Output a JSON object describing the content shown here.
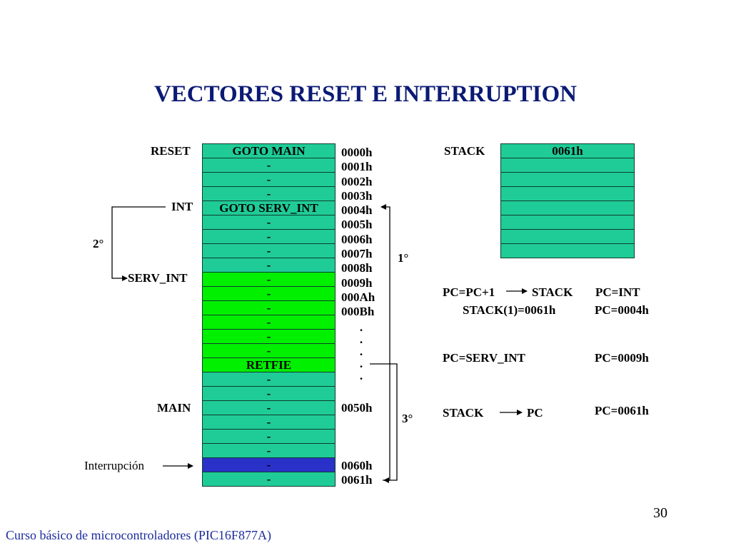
{
  "title": "VECTORES RESET E INTERRUPTION",
  "colors": {
    "title": "#0b1a74",
    "teal": "#1fcc97",
    "green": "#00f000",
    "blue": "#2a31c8",
    "footer": "#1a2a9c"
  },
  "memory": {
    "cells": [
      {
        "text": "GOTO   MAIN",
        "color": "teal"
      },
      {
        "text": "-",
        "color": "teal"
      },
      {
        "text": "-",
        "color": "teal"
      },
      {
        "text": "-",
        "color": "teal"
      },
      {
        "text": "GOTO  SERV_INT",
        "color": "teal"
      },
      {
        "text": "-",
        "color": "teal"
      },
      {
        "text": "-",
        "color": "teal"
      },
      {
        "text": "-",
        "color": "teal"
      },
      {
        "text": "-",
        "color": "teal"
      },
      {
        "text": "-",
        "color": "green"
      },
      {
        "text": "-",
        "color": "green"
      },
      {
        "text": "-",
        "color": "green"
      },
      {
        "text": "-",
        "color": "green"
      },
      {
        "text": "-",
        "color": "green"
      },
      {
        "text": "-",
        "color": "green"
      },
      {
        "text": "RETFIE",
        "color": "green"
      },
      {
        "text": "-",
        "color": "teal"
      },
      {
        "text": "-",
        "color": "teal"
      },
      {
        "text": "-",
        "color": "teal"
      },
      {
        "text": "-",
        "color": "teal"
      },
      {
        "text": "-",
        "color": "teal"
      },
      {
        "text": "-",
        "color": "teal"
      },
      {
        "text": "-",
        "color": "blue"
      },
      {
        "text": "-",
        "color": "teal"
      }
    ],
    "addresses_top": [
      "0000h",
      "0001h",
      "0002h",
      "0003h",
      "0004h",
      "0005h",
      "0006h",
      "0007h",
      "0008h",
      "0009h",
      "000Ah",
      "000Bh"
    ],
    "dots": [
      ".",
      ".",
      ".",
      ".",
      "."
    ],
    "addr_main": "0050h",
    "addr_60": "0060h",
    "addr_61": "0061h"
  },
  "left_labels": {
    "reset": "RESET",
    "int": "INT",
    "serv_int": "SERV_INT",
    "main": "MAIN",
    "interrupcion": "Interrupción"
  },
  "steps": {
    "first": "1°",
    "second": "2°",
    "third": "3°"
  },
  "stack": {
    "label": "STACK",
    "cells": [
      "0061h",
      "",
      "",
      "",
      "",
      "",
      "",
      ""
    ]
  },
  "explanations": {
    "pc_inc": "PC=PC+1",
    "stack_word": "STACK",
    "pc_int": "PC=INT",
    "stack1": "STACK(1)=0061h",
    "pc_0004": "PC=0004h",
    "pc_serv": "PC=SERV_INT",
    "pc_0009": "PC=0009h",
    "stack_word2": "STACK",
    "pc_word": "PC",
    "pc_0061": "PC=0061h"
  },
  "footer": "Curso básico de microcontroladores (PIC16F877A)",
  "page_number": "30"
}
